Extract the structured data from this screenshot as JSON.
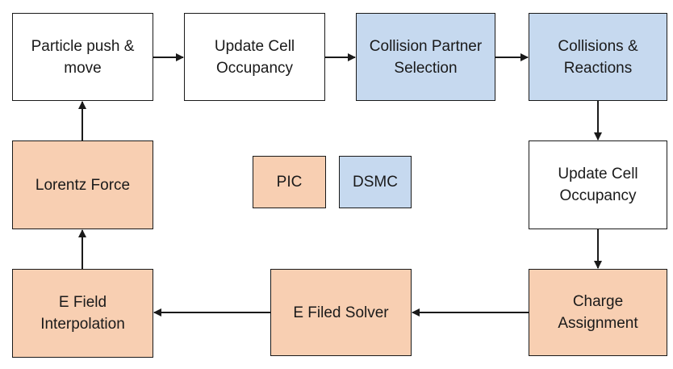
{
  "nodes": {
    "particle_push": {
      "label": "Particle push &\nmove",
      "fill": "#ffffff"
    },
    "update_cell_1": {
      "label": "Update Cell\nOccupancy",
      "fill": "#ffffff"
    },
    "collision_partner": {
      "label": "Collision Partner\nSelection",
      "fill": "#c6d9ef"
    },
    "collisions_reactions": {
      "label": "Collisions &\nReactions",
      "fill": "#c6d9ef"
    },
    "update_cell_2": {
      "label": "Update Cell\nOccupancy",
      "fill": "#ffffff"
    },
    "charge_assignment": {
      "label": "Charge\nAssignment",
      "fill": "#f8cfb2"
    },
    "e_field_solver": {
      "label": "E Filed Solver",
      "fill": "#f8cfb2"
    },
    "e_field_interpolation": {
      "label": "E Field\nInterpolation",
      "fill": "#f8cfb2"
    },
    "lorentz_force": {
      "label": "Lorentz Force",
      "fill": "#f8cfb2"
    }
  },
  "legend": {
    "pic": {
      "label": "PIC",
      "fill": "#f8cfb2"
    },
    "dsmc": {
      "label": "DSMC",
      "fill": "#c6d9ef"
    }
  },
  "edges": [
    {
      "from": "particle_push",
      "to": "update_cell_1"
    },
    {
      "from": "update_cell_1",
      "to": "collision_partner"
    },
    {
      "from": "collision_partner",
      "to": "collisions_reactions"
    },
    {
      "from": "collisions_reactions",
      "to": "update_cell_2"
    },
    {
      "from": "update_cell_2",
      "to": "charge_assignment"
    },
    {
      "from": "charge_assignment",
      "to": "e_field_solver"
    },
    {
      "from": "e_field_solver",
      "to": "e_field_interpolation"
    },
    {
      "from": "e_field_interpolation",
      "to": "lorentz_force"
    },
    {
      "from": "lorentz_force",
      "to": "particle_push"
    }
  ],
  "colors": {
    "stroke": "#1a1a1a",
    "pic": "#f8cfb2",
    "dsmc": "#c6d9ef",
    "neutral": "#ffffff"
  }
}
